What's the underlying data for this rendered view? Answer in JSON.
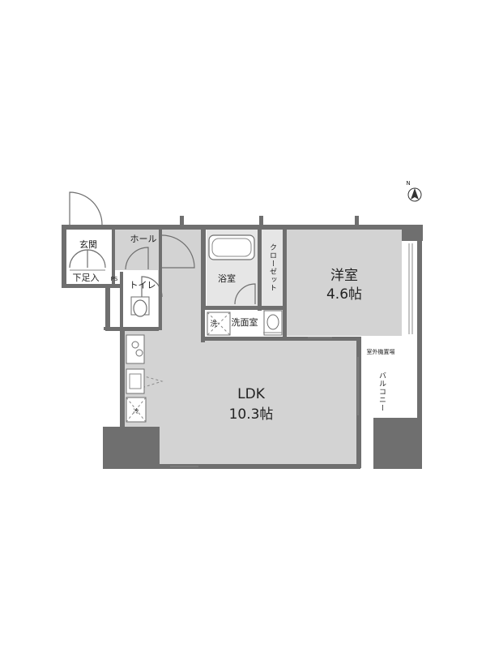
{
  "rooms": {
    "genkan": "玄関",
    "hall": "ホール",
    "shoe_box": "下足入",
    "ps": "PS",
    "toilet": "トイレ",
    "bath": "浴室",
    "closet": "クローゼット",
    "washroom": "洗面室",
    "wash": "洗",
    "western_room": "洋室",
    "western_room_size": "4.6帖",
    "ldk": "LDK",
    "ldk_size": "10.3帖",
    "ac_unit": "室外機置場",
    "balcony": "バルコニー",
    "fridge": "冷"
  },
  "compass": {
    "label": "N"
  }
}
